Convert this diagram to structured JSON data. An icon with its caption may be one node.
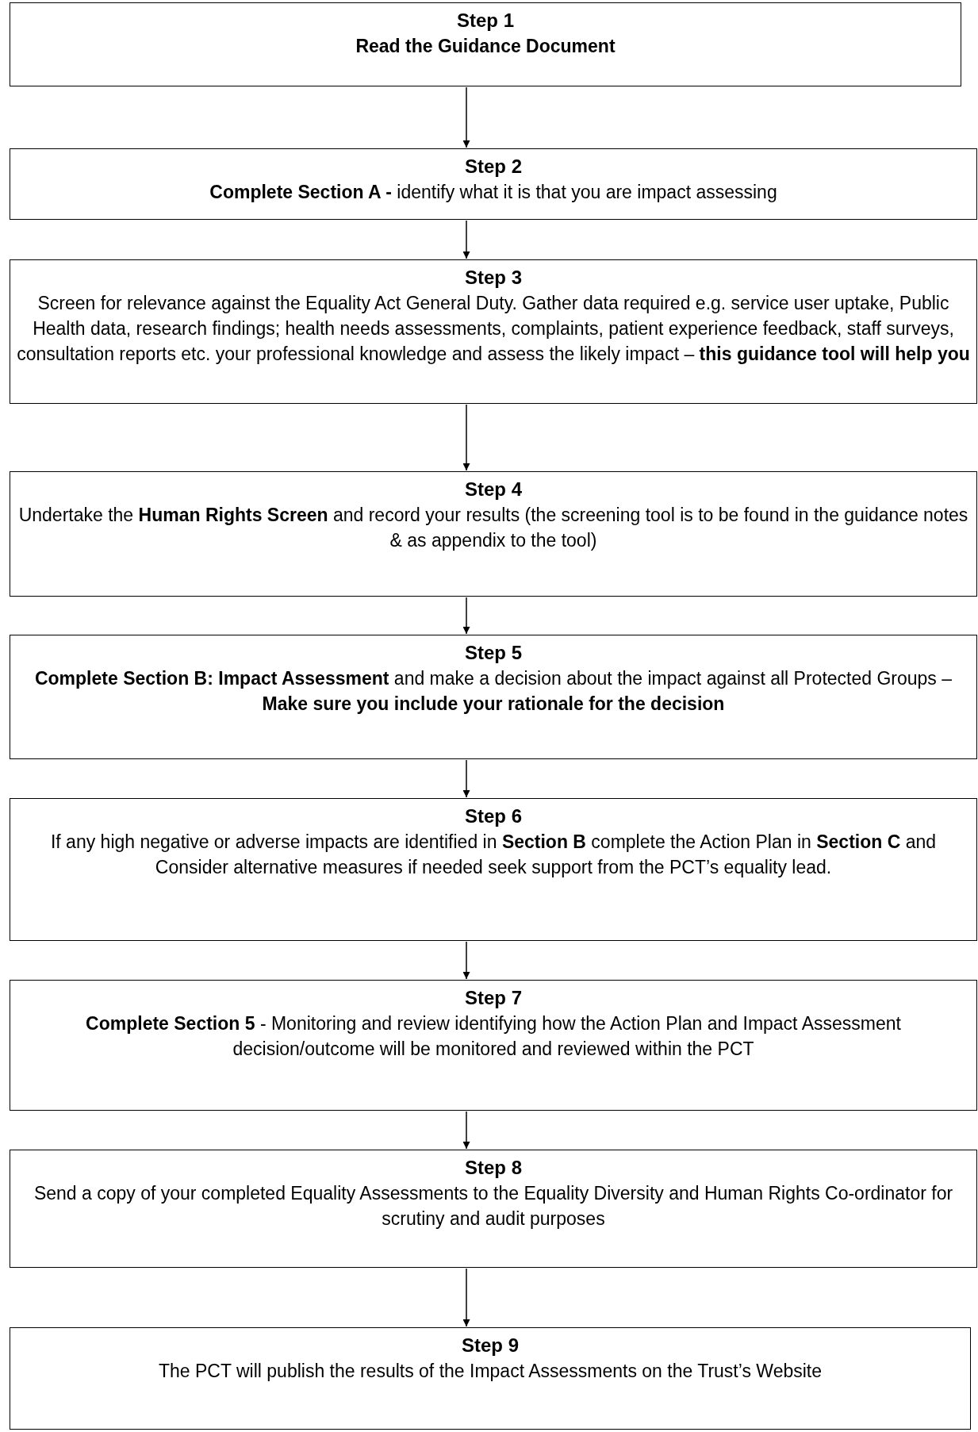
{
  "diagram": {
    "nodes": [
      {
        "text": [
          "Step 1",
          "Read the Guidance Document"
        ]
      },
      {
        "text": [
          "Step 2",
          "**Complete Section A -** identify what it is that you are impact assessing"
        ]
      },
      {
        "text": [
          "Step 3",
          "Screen for relevance against the Equality Act General Duty. Gather data required e.g. service user uptake, Public Health data, research findings; health needs assessments, complaints, patient experience feedback, staff surveys, consultation reports etc. your professional knowledge and assess the likely impact – **this guidance tool will help you**"
        ]
      },
      {
        "text": [
          "Step 4",
          "Undertake the **Human Rights Screen** and record your results (the screening tool is to be found in the guidance notes & as appendix to the tool)"
        ]
      },
      {
        "text": [
          "Step 5",
          "**Complete Section B: Impact Assessment** and make a decision about the impact against all Protected Groups – **Make sure you include your rationale for the decision**"
        ]
      },
      {
        "text": [
          "Step 6",
          "If any high negative or adverse impacts are identified in **Section B** complete the Action Plan in **Section C** and Consider alternative measures if needed seek support from the PCT’s equality lead."
        ]
      },
      {
        "text": [
          "Step 7",
          "**Complete Section 5** - Monitoring and review identifying how the Action Plan and Impact Assessment decision/outcome will be monitored and reviewed within the PCT"
        ]
      },
      {
        "text": [
          "Step 8",
          "Send  a copy of your completed Equality Assessments to the Equality Diversity and Human Rights Co-ordinator for scrutiny and audit purposes"
        ]
      },
      {
        "text": [
          "Step 9",
          "The PCT will publish the results of the Impact Assessments on the Trust’s Website"
        ]
      }
    ],
    "edges": [
      {
        "from": 0,
        "to": 1,
        "arrow": "to"
      },
      {
        "from": 1,
        "to": 2,
        "arrow": "to"
      },
      {
        "from": 2,
        "to": 3,
        "arrow": "to"
      },
      {
        "from": 3,
        "to": 4,
        "arrow": "to"
      },
      {
        "from": 4,
        "to": 5,
        "arrow": "to"
      },
      {
        "from": 5,
        "to": 6,
        "arrow": "to"
      },
      {
        "from": 6,
        "to": 7,
        "arrow": "to"
      },
      {
        "from": 7,
        "to": 8,
        "arrow": "to"
      }
    ]
  }
}
